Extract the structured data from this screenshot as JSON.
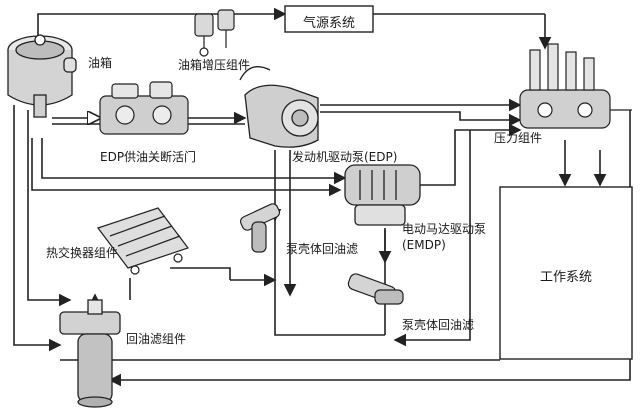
{
  "figure": {
    "labels": {
      "air_source": "气源系统",
      "tank_boost": "油箱增压组件",
      "tank": "油箱",
      "edp_shutoff": "EDP供油关断活门",
      "edp": "发动机驱动泵(EDP)",
      "pressure_assembly": "压力组件",
      "emdp_line1": "电动马达驱动泵",
      "emdp_line2": "(EMDP)",
      "heat_exchanger": "热交换器组件",
      "case_filter_1": "泵壳体回油滤",
      "case_filter_2": "泵壳体回油滤",
      "return_filter": "回油滤组件",
      "work_system": "工作系统"
    }
  }
}
